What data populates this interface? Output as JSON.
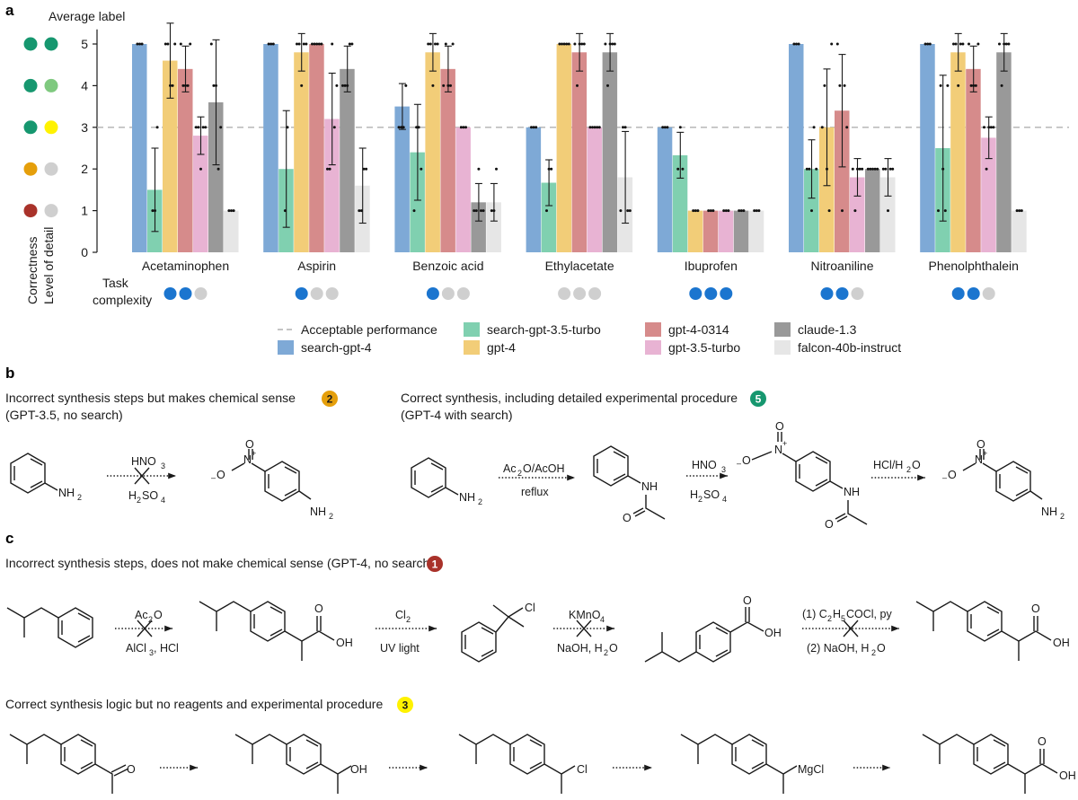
{
  "panel_a": {
    "letter": "a"
  },
  "panel_b": {
    "letter": "b",
    "left_caption_line1": "Incorrect synthesis steps but makes chemical sense",
    "left_caption_line2": "(GPT-3.5, no search)",
    "left_badge": "2",
    "right_caption_line1": "Correct synthesis, including detailed experimental procedure",
    "right_caption_line2": "(GPT-4 with search)",
    "right_badge": "5",
    "labels": {
      "nh2": "NH",
      "no2_n": "N",
      "no2_o": "O",
      "nh": "NH",
      "o": "O",
      "hno3": "HNO",
      "h2so4": "H",
      "h2so4_b": "SO",
      "ac2o_acoh": "Ac",
      "ac2o_acoh_b": "O/AcOH",
      "reflux": "reflux",
      "hcl_h2o": "HCl/H",
      "hcl_h2o_b": "O"
    }
  },
  "panel_c": {
    "letter": "c",
    "caption_top": "Incorrect synthesis steps, does not make chemical sense (GPT-4, no search)",
    "badge_top": "1",
    "caption_bottom": "Correct synthesis logic but no reagents and experimental procedure",
    "badge_bottom": "3",
    "labels": {
      "ac2o_a": "Ac",
      "ac2o_b": "O",
      "alcl3_a": "AlCl",
      "alcl3_b": ", HCl",
      "cl2": "Cl",
      "uv": "UV light",
      "kmno4_a": "KMnO",
      "naoh_a": "NaOH, H",
      "naoh_b": "O",
      "step1_a": "(1) C",
      "step1_b": "H",
      "step1_c": "COCl, py",
      "step2_a": "(2) NaOH, H",
      "step2_b": "O",
      "oh": "OH",
      "o": "O",
      "cl": "Cl",
      "mgcl": "MgCl"
    }
  },
  "colors": {
    "green": "#16976f",
    "light_green": "#7fc97f",
    "yellow": "#fff200",
    "orange": "#e59f0b",
    "red": "#a9322a",
    "grey": "#cfcfcf",
    "blue": "#1b75cf",
    "dashed": "#b0b0b0"
  },
  "chart_data": {
    "type": "bar",
    "ylabel": "Average label",
    "ylim": [
      0,
      5.5
    ],
    "yticks": [
      0,
      1,
      2,
      3,
      4,
      5
    ],
    "categories": [
      "Acetaminophen",
      "Aspirin",
      "Benzoic acid",
      "Ethylacetate",
      "Ibuprofen",
      "Nitroaniline",
      "Phenolphthalein"
    ],
    "acceptable_performance": 3,
    "series": [
      {
        "name": "search-gpt-4",
        "color": "#7ea9d6",
        "values": [
          5,
          5,
          3.5,
          3,
          3,
          5,
          5
        ],
        "err": [
          0,
          0,
          0.55,
          0,
          0,
          0,
          0
        ]
      },
      {
        "name": "search-gpt-3.5-turbo",
        "color": "#80d0b0",
        "values": [
          1.5,
          2,
          2.4,
          1.67,
          2.33,
          2,
          2.5
        ],
        "err": [
          1.0,
          1.4,
          1.15,
          0.55,
          0.55,
          0.7,
          1.75
        ]
      },
      {
        "name": "gpt-4",
        "color": "#f2cd78",
        "values": [
          4.6,
          4.8,
          4.8,
          5,
          1,
          3,
          4.8
        ],
        "err": [
          0.9,
          0.45,
          0.45,
          0,
          0,
          1.4,
          0.45
        ]
      },
      {
        "name": "gpt-4-0314",
        "color": "#d68b8b",
        "values": [
          4.4,
          5,
          4.4,
          4.8,
          1,
          3.4,
          4.4
        ],
        "err": [
          0.55,
          0,
          0.55,
          0.45,
          0,
          1.35,
          0.55
        ]
      },
      {
        "name": "gpt-3.5-turbo",
        "color": "#e8b3d3",
        "values": [
          2.8,
          3.2,
          3,
          3,
          1,
          1.8,
          2.75
        ],
        "err": [
          0.45,
          1.1,
          0,
          0,
          0,
          0.45,
          0.5
        ]
      },
      {
        "name": "claude-1.3",
        "color": "#999999",
        "values": [
          3.6,
          4.4,
          1.2,
          4.8,
          1,
          2,
          4.8
        ],
        "err": [
          1.5,
          0.55,
          0.45,
          0.45,
          0,
          0,
          0.45
        ]
      },
      {
        "name": "falcon-40b-instruct",
        "color": "#e6e6e6",
        "values": [
          1,
          1.6,
          1.2,
          1.8,
          1,
          1.8,
          1
        ],
        "err": [
          0,
          0.9,
          0.45,
          1.1,
          0,
          0.45,
          0
        ]
      }
    ],
    "points": [
      [
        [
          5,
          5,
          5
        ],
        [
          1,
          1,
          3
        ],
        [
          5,
          5,
          4,
          4,
          5
        ],
        [
          5,
          4,
          4,
          4,
          5
        ],
        [
          3,
          3,
          2,
          3,
          3
        ],
        [
          5,
          4,
          4,
          2,
          3
        ],
        [
          1,
          1,
          1
        ]
      ],
      [
        [
          5,
          5,
          5
        ],
        [
          1,
          3
        ],
        [
          5,
          5,
          4,
          5,
          5
        ],
        [
          5,
          5,
          5,
          5,
          5
        ],
        [
          2,
          2,
          5,
          3,
          4
        ],
        [
          4,
          4,
          4,
          5,
          5
        ],
        [
          1,
          1,
          2,
          2
        ]
      ],
      [
        [
          3,
          3,
          3,
          4
        ],
        [
          1,
          3,
          3,
          2
        ],
        [
          5,
          5,
          4,
          5,
          5
        ],
        [
          4,
          5,
          4,
          4,
          5
        ],
        [
          3,
          3,
          3
        ],
        [
          1,
          1,
          2,
          1,
          1
        ],
        [
          1,
          1,
          2
        ]
      ],
      [
        [
          3,
          3,
          3
        ],
        [
          1,
          2,
          2
        ],
        [
          5,
          5,
          5,
          5,
          5
        ],
        [
          5,
          4,
          5,
          5,
          5
        ],
        [
          3,
          3,
          3,
          3,
          3
        ],
        [
          5,
          4,
          5,
          5,
          5
        ],
        [
          1,
          3,
          3,
          1,
          1
        ]
      ],
      [
        [
          3,
          3,
          3
        ],
        [
          2,
          3,
          2
        ],
        [
          1,
          1,
          1
        ],
        [
          1,
          1,
          1
        ],
        [
          1,
          1,
          1
        ],
        [
          1,
          1,
          1
        ],
        [
          1,
          1,
          1
        ]
      ],
      [
        [
          5,
          5,
          5
        ],
        [
          2,
          2,
          1,
          3,
          2
        ],
        [
          3,
          4,
          2,
          1,
          5
        ],
        [
          5,
          4,
          1,
          4,
          3
        ],
        [
          2,
          1,
          2,
          2,
          2
        ],
        [
          2,
          2,
          2,
          2,
          2
        ],
        [
          2,
          2,
          1,
          2,
          2
        ]
      ],
      [
        [
          5,
          5,
          5
        ],
        [
          1,
          4,
          2,
          1,
          4
        ],
        [
          5,
          5,
          4,
          5,
          5
        ],
        [
          5,
          4,
          4,
          4,
          5
        ],
        [
          3,
          2,
          3,
          3,
          3
        ],
        [
          5,
          4,
          5,
          5,
          5
        ],
        [
          1,
          1,
          1
        ]
      ]
    ],
    "legend": {
      "items": [
        "Acceptable performance",
        "search-gpt-3.5-turbo",
        "gpt-4-0314",
        "claude-1.3",
        "search-gpt-4",
        "gpt-4",
        "gpt-3.5-turbo",
        "falcon-40b-instruct"
      ],
      "placement": "bottom"
    },
    "left_key": {
      "rows": [
        {
          "correctness": "green",
          "detail": "green"
        },
        {
          "correctness": "green",
          "detail": "light_green"
        },
        {
          "correctness": "green",
          "detail": "yellow"
        },
        {
          "correctness": "orange",
          "detail": "grey"
        },
        {
          "correctness": "red",
          "detail": "grey"
        }
      ],
      "label_correctness": "Correctness",
      "label_detail": "Level of detail"
    },
    "task_complexity": {
      "label_line1": "Task",
      "label_line2": "complexity",
      "levels": [
        2,
        1,
        1,
        0,
        3,
        2,
        2
      ]
    }
  }
}
